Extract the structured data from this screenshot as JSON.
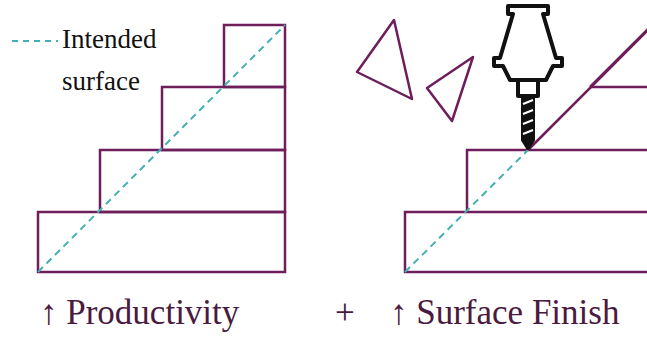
{
  "diagram": {
    "labels": [
      "↑ Productivity",
      "+",
      "↑ Surface Finish"
    ],
    "legend": [
      {
        "text": "Intended surface"
      }
    ]
  }
}
